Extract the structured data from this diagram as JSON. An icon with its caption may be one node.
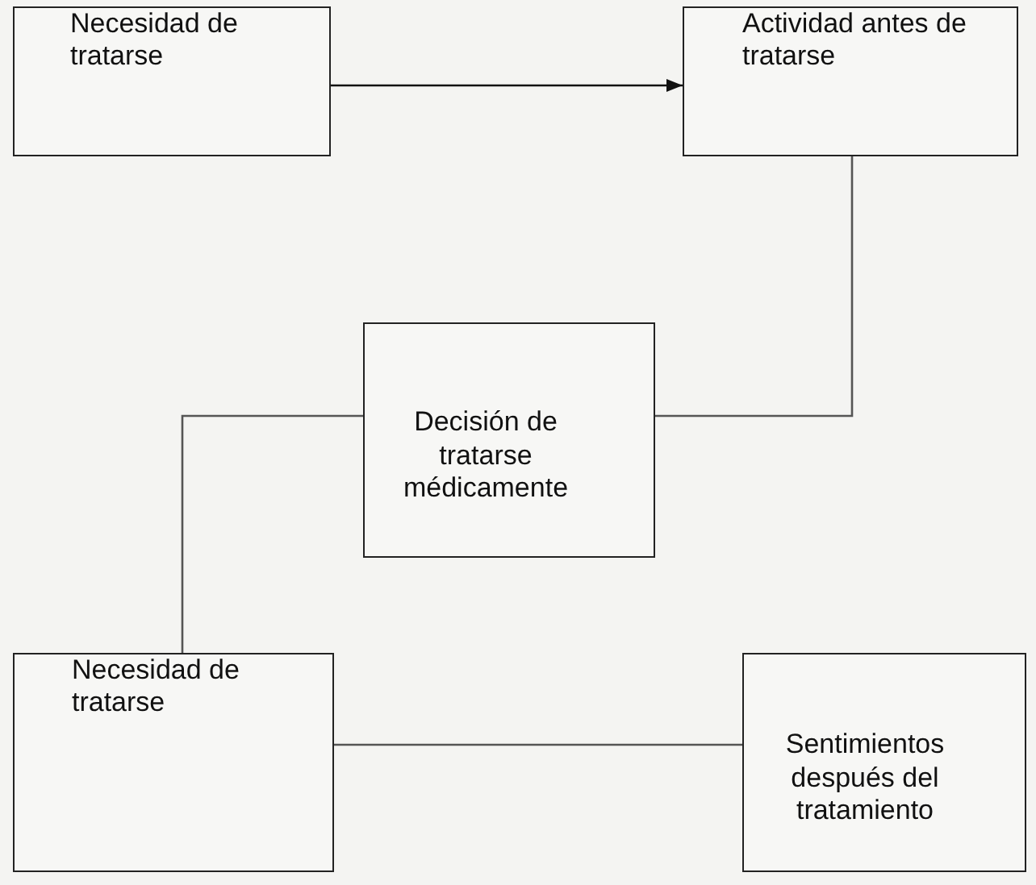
{
  "diagram": {
    "nodes": [
      {
        "text": [
          "Necesidad de tratarse"
        ]
      },
      {
        "text": [
          "Actividad antes de tratarse"
        ]
      },
      {
        "text": [
          "Decisión de tratarse médicamente"
        ]
      },
      {
        "text": [
          "Necesidad de tratarse"
        ]
      },
      {
        "text": [
          "Sentimientos después del tratamiento"
        ]
      }
    ],
    "edges": [
      {
        "from": 0,
        "to": 1,
        "arrow": "to"
      },
      {
        "from": 1,
        "to": 2,
        "arrow": "none"
      },
      {
        "from": 2,
        "to": 3,
        "arrow": "none"
      },
      {
        "from": 3,
        "to": 4,
        "arrow": "none"
      }
    ]
  }
}
